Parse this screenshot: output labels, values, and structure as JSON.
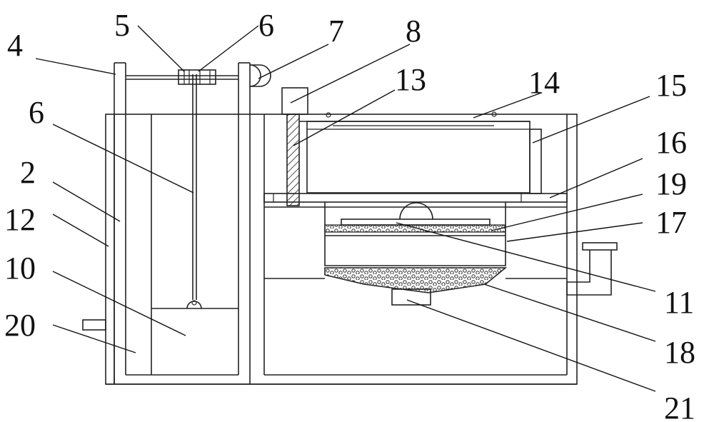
{
  "labels": [
    {
      "id": "2",
      "text": "2"
    },
    {
      "id": "4",
      "text": "4"
    },
    {
      "id": "5",
      "text": "5"
    },
    {
      "id": "6a",
      "text": "6"
    },
    {
      "id": "6b",
      "text": "6"
    },
    {
      "id": "7",
      "text": "7"
    },
    {
      "id": "8",
      "text": "8"
    },
    {
      "id": "10",
      "text": "10"
    },
    {
      "id": "11",
      "text": "11"
    },
    {
      "id": "12",
      "text": "12"
    },
    {
      "id": "13",
      "text": "13"
    },
    {
      "id": "14",
      "text": "14"
    },
    {
      "id": "15",
      "text": "15"
    },
    {
      "id": "16",
      "text": "16"
    },
    {
      "id": "17",
      "text": "17"
    },
    {
      "id": "18",
      "text": "18"
    },
    {
      "id": "19",
      "text": "19"
    },
    {
      "id": "20",
      "text": "20"
    },
    {
      "id": "21",
      "text": "21"
    }
  ]
}
